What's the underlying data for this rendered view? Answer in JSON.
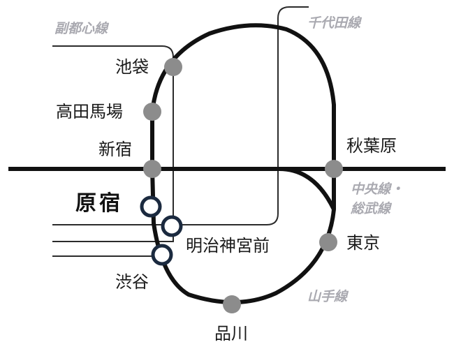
{
  "lines": {
    "fukutoshin": "副都心線",
    "chiyoda": "千代田線",
    "chuo_sobu": [
      "中央線・",
      "総武線"
    ],
    "yamanote": "山手線"
  },
  "stations": {
    "ikebukuro": "池袋",
    "takadanobaba": "高田馬場",
    "shinjuku": "新宿",
    "harajuku": "原宿",
    "meijijingumae": "明治神宮前",
    "shibuya": "渋谷",
    "shinagawa": "品川",
    "tokyo": "東京",
    "akihabara": "秋葉原"
  },
  "colors": {
    "yamanote": "#111111",
    "chuo_sobu": "#111111",
    "subway": "#2b2b2b",
    "regular_station": "#8c8c8c",
    "featured_station_ring": "#1b2a3f",
    "background": "#ffffff"
  }
}
